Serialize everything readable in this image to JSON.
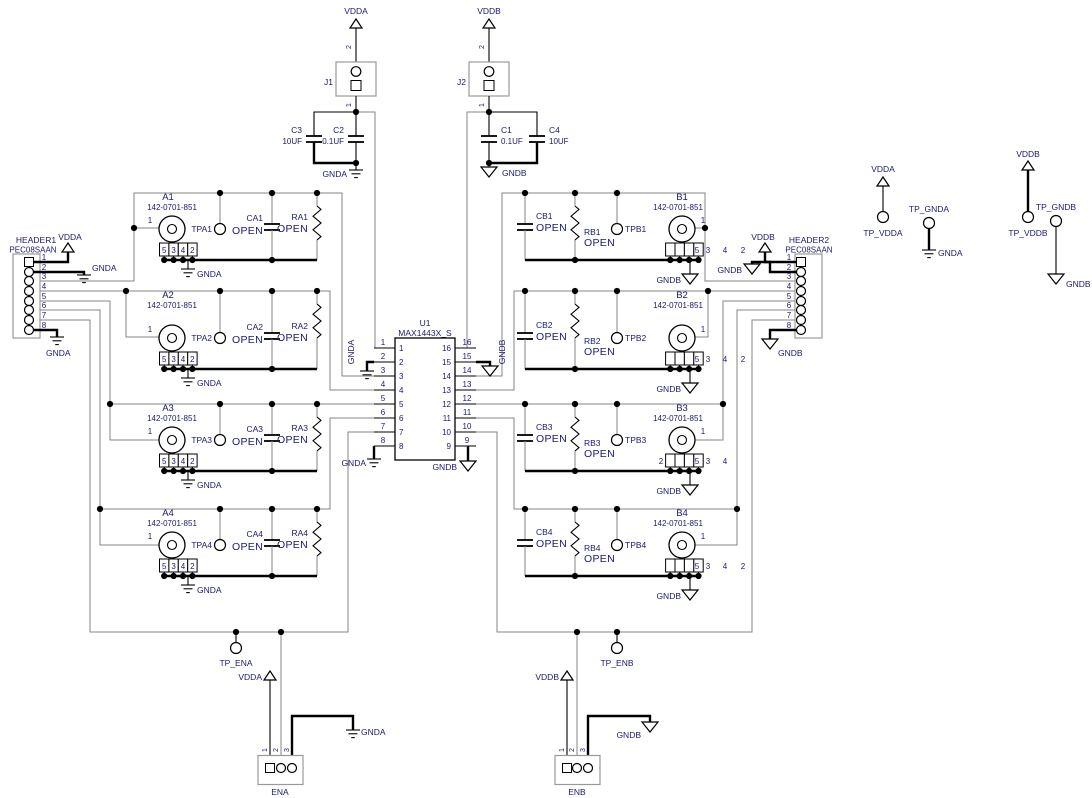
{
  "colors": {
    "wire": "#848484",
    "ink": "#000000",
    "text": "#1a1a70"
  },
  "power_a": {
    "net": "VDDA",
    "ref": "J1",
    "pin_top": "2",
    "pin_bot": "1",
    "cap1_ref": "C3",
    "cap1_val": "10UF",
    "cap2_ref": "C2",
    "cap2_val": "0.1UF",
    "gnd": "GNDA"
  },
  "power_b": {
    "net": "VDDB",
    "ref": "J2",
    "pin_top": "2",
    "pin_bot": "1",
    "cap1_ref": "C1",
    "cap1_val": "0.1UF",
    "cap2_ref": "C4",
    "cap2_val": "10UF",
    "gnd": "GNDB"
  },
  "header1": {
    "ref": "HEADER1",
    "part": "PEC08SAAN",
    "pins": [
      "1",
      "2",
      "3",
      "4",
      "5",
      "6",
      "7",
      "8"
    ],
    "vdd": "VDDA",
    "gnd_pin2": "GNDA",
    "gnd_pin8": "GNDA"
  },
  "header2": {
    "ref": "HEADER2",
    "part": "PEC08SAAN",
    "pins": [
      "1",
      "2",
      "3",
      "4",
      "5",
      "6",
      "7",
      "8"
    ],
    "vdd": "VDDB",
    "gnd_pin2": "GNDB",
    "gnd_pin8": "GNDB"
  },
  "u1": {
    "ref": "U1",
    "part": "MAX1443X_S",
    "left_pins": [
      "1",
      "2",
      "3",
      "4",
      "5",
      "6",
      "7",
      "8"
    ],
    "right_pins": [
      "16",
      "15",
      "14",
      "13",
      "12",
      "11",
      "10",
      "9"
    ],
    "gnd_pin2": "GNDA",
    "gnd_pin8": "GNDA",
    "gnd_pin15": "GNDB",
    "gnd_pin9": "GNDB"
  },
  "rows_a": [
    {
      "ref": "A1",
      "part": "142-0701-851",
      "pin1": "1",
      "tp": "TPA1",
      "cap_ref": "CA1",
      "cap_val": "OPEN",
      "res_ref": "RA1",
      "res_val": "OPEN",
      "pads": [
        "5",
        "3",
        "4",
        "2"
      ],
      "gnd": "GNDA"
    },
    {
      "ref": "A2",
      "part": "142-0701-851",
      "pin1": "1",
      "tp": "TPA2",
      "cap_ref": "CA2",
      "cap_val": "OPEN",
      "res_ref": "RA2",
      "res_val": "OPEN",
      "pads": [
        "5",
        "3",
        "4",
        "2"
      ],
      "gnd": "GNDA"
    },
    {
      "ref": "A3",
      "part": "142-0701-851",
      "pin1": "1",
      "tp": "TPA3",
      "cap_ref": "CA3",
      "cap_val": "OPEN",
      "res_ref": "RA3",
      "res_val": "OPEN",
      "pads": [
        "5",
        "3",
        "4",
        "2"
      ],
      "gnd": "GNDA"
    },
    {
      "ref": "A4",
      "part": "142-0701-851",
      "pin1": "1",
      "tp": "TPA4",
      "cap_ref": "CA4",
      "cap_val": "OPEN",
      "res_ref": "RA4",
      "res_val": "OPEN",
      "pads": [
        "5",
        "3",
        "4",
        "2"
      ],
      "gnd": "GNDA"
    }
  ],
  "rows_b": [
    {
      "ref": "B1",
      "part": "142-0701-851",
      "pin1": "1",
      "tp": "TPB1",
      "cap_ref": "CB1",
      "cap_val": "OPEN",
      "res_ref": "RB1",
      "res_val": "OPEN",
      "pad_left": "",
      "pad5": "5",
      "pads_out": [
        "3",
        "4",
        "2"
      ],
      "gnd": "GNDB"
    },
    {
      "ref": "B2",
      "part": "142-0701-851",
      "pin1": "1",
      "tp": "TPB2",
      "cap_ref": "CB2",
      "cap_val": "OPEN",
      "res_ref": "RB2",
      "res_val": "OPEN",
      "pad_left": "",
      "pad5": "5",
      "pads_out": [
        "3",
        "4",
        "2"
      ],
      "gnd": "GNDB"
    },
    {
      "ref": "B3",
      "part": "142-0701-851",
      "pin1": "1",
      "tp": "TPB3",
      "cap_ref": "CB3",
      "cap_val": "OPEN",
      "res_ref": "RB3",
      "res_val": "OPEN",
      "pad_left": "2",
      "pad5": "5",
      "pads_out": [
        "3",
        "4"
      ],
      "gnd": "GNDB"
    },
    {
      "ref": "B4",
      "part": "142-0701-851",
      "pin1": "1",
      "tp": "TPB4",
      "cap_ref": "CB4",
      "cap_val": "OPEN",
      "res_ref": "RB4",
      "res_val": "OPEN",
      "pad_left": "",
      "pad5": "5",
      "pads_out": [
        "3",
        "4",
        "2"
      ],
      "gnd": "GNDB"
    }
  ],
  "testpoints": [
    {
      "label": "TP_VDDA",
      "net": "VDDA"
    },
    {
      "label": "TP_GNDA",
      "net": "GNDA"
    },
    {
      "label": "TP_VDDB",
      "net": "VDDB"
    },
    {
      "label": "TP_GNDB",
      "net": "GNDB"
    }
  ],
  "ena": {
    "tp": "TP_ENA",
    "ref": "ENA",
    "vdd": "VDDA",
    "gnd": "GNDA",
    "pins": [
      "1",
      "2",
      "3"
    ]
  },
  "enb": {
    "tp": "TP_ENB",
    "ref": "ENB",
    "vdd": "VDDB",
    "gnd": "GNDB",
    "pins": [
      "1",
      "2",
      "3"
    ]
  }
}
